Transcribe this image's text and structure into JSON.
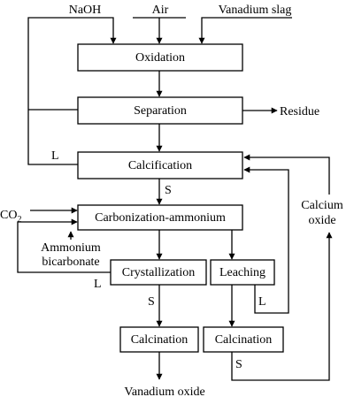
{
  "inputs": {
    "naoh": "NaOH",
    "air": "Air",
    "vanadium_slag": "Vanadium slag",
    "co2": "CO",
    "co2_sub": "2"
  },
  "steps": {
    "oxidation": "Oxidation",
    "separation": "Separation",
    "calcification": "Calcification",
    "carbonization": "Carbonization-ammonium",
    "crystallization": "Crystallization",
    "leaching": "Leaching",
    "calcination_left": "Calcination",
    "calcination_right": "Calcination"
  },
  "outputs": {
    "residue": "Residue",
    "vanadium_oxide": "Vanadium oxide"
  },
  "labels": {
    "ammonium_1": "Ammonium",
    "ammonium_2": "bicarbonate",
    "calcium_1": "Calcium",
    "calcium_2": "oxide",
    "l_calcification": "L",
    "s_calcification": "S",
    "l_crystallization": "L",
    "s_crystallization": "S",
    "l_leaching": "L",
    "s_calcination": "S"
  },
  "colors": {
    "stroke": "#000000",
    "background": "#ffffff"
  }
}
